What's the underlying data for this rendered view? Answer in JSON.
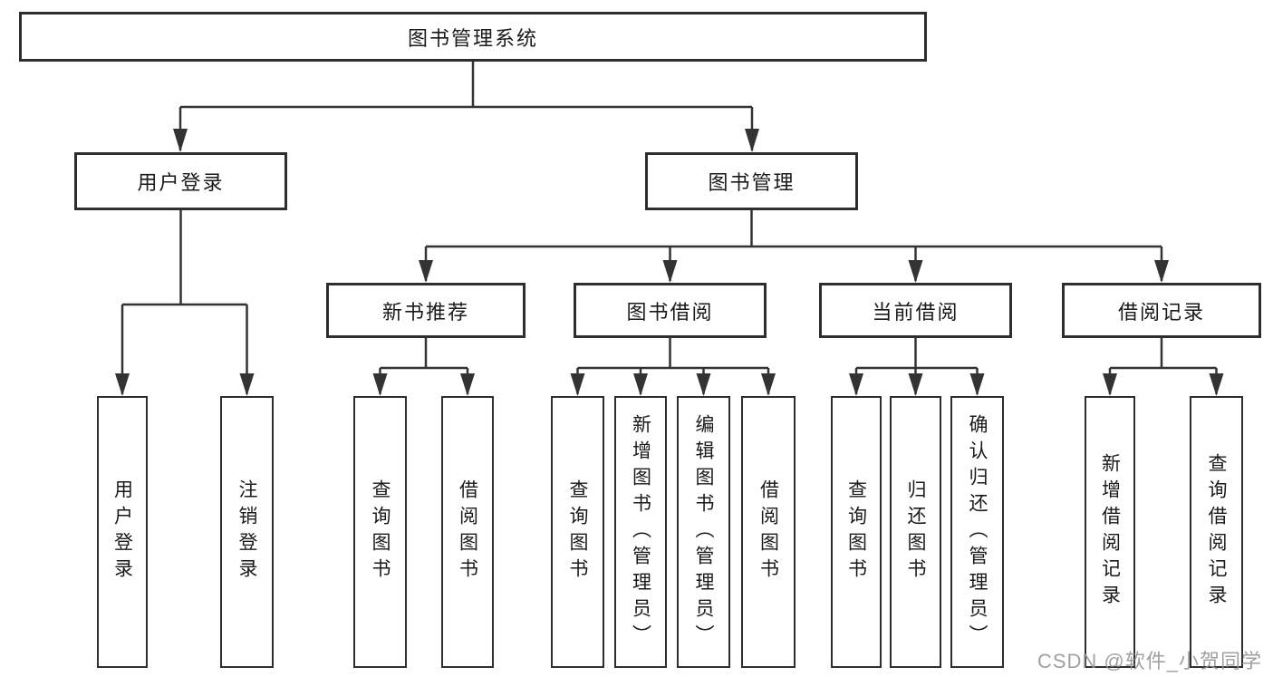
{
  "tree": {
    "root": "图书管理系统",
    "level2": [
      "用户登录",
      "图书管理"
    ],
    "level3": [
      "新书推荐",
      "图书借阅",
      "当前借阅",
      "借阅记录"
    ],
    "leaves": {
      "user_login": [
        "用户登录",
        "注销登录"
      ],
      "new_book": [
        "查询图书",
        "借阅图书"
      ],
      "book_borrow": [
        "查询图书",
        "新增图书（管理员）",
        "编辑图书（管理员）",
        "借阅图书"
      ],
      "current_borrow": [
        "查询图书",
        "归还图书",
        "确认归还（管理员）"
      ],
      "borrow_record": [
        "新增借阅记录",
        "查询借阅记录"
      ]
    }
  },
  "watermark": "CSDN @软件_小贺同学",
  "colors": {
    "background": "#ffffff",
    "line": "#333333",
    "box_border": "#2e2e2e",
    "text": "#1a1a1a",
    "watermark": "#969696"
  }
}
